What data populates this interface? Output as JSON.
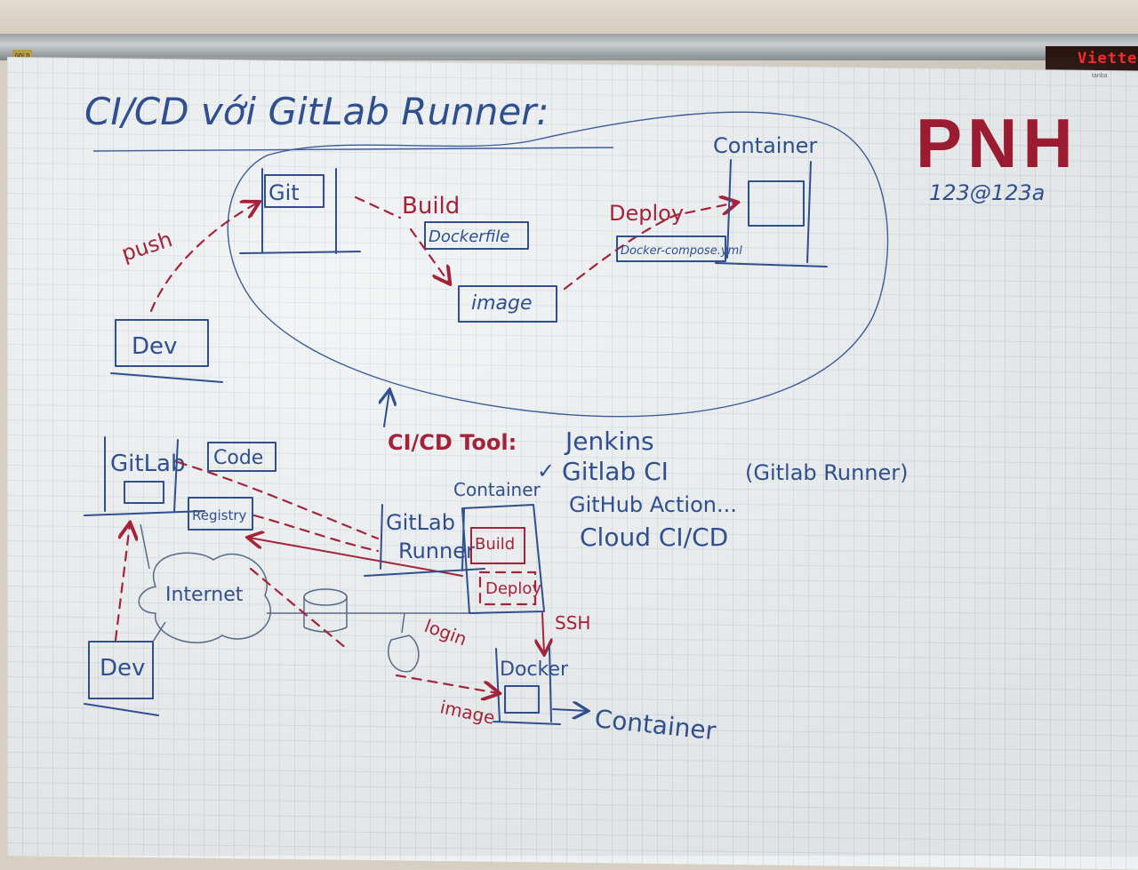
{
  "board": {
    "title": "CI/CD với GitLab Runner:",
    "logo": "PNH",
    "password": "123@123a",
    "led_text": "Viette",
    "frame_badge": "GOLD",
    "brand_label": "tanba"
  },
  "top_flow": {
    "git": "Git",
    "build": "Build",
    "dockerfile": "Dockerfile",
    "image": "image",
    "deploy": "Deploy",
    "docker_compose": "Docker-compose.yml",
    "container": "Container",
    "push": "push",
    "dev": "Dev"
  },
  "tools": {
    "heading": "CI/CD Tool:",
    "jenkins": "Jenkins",
    "check": "✓",
    "gitlab_ci": "Gitlab CI",
    "gitlab_runner_note": "(Gitlab Runner)",
    "github_action": "GitHub Action...",
    "cloud": "Cloud CI/CD"
  },
  "bottom_flow": {
    "gitlab": "GitLab",
    "code": "Code",
    "registry": "Registry",
    "internet": "Internet",
    "dev": "Dev",
    "gitlab_runner_1": "GitLab",
    "gitlab_runner_2": "Runner",
    "container_label": "Container",
    "build": "Build",
    "deploy": "Deploy",
    "ssh": "SSH",
    "login": "login",
    "image": "image",
    "docker": "Docker",
    "container_out": "Container"
  }
}
